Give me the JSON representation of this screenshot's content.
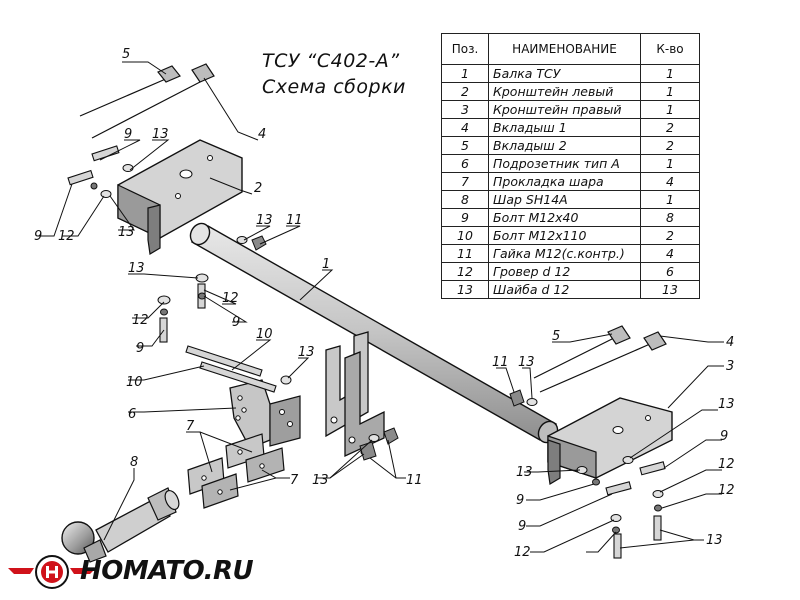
{
  "header": {
    "title": "ТСУ “С402-А”",
    "subtitle": "Схема сборки"
  },
  "table": {
    "columns": [
      "Поз.",
      "НАИМЕНОВАНИЕ",
      "К-во"
    ],
    "rows": [
      {
        "pos": "1",
        "name": "Балка ТСУ",
        "qty": "1"
      },
      {
        "pos": "2",
        "name": "Кронштейн левый",
        "qty": "1"
      },
      {
        "pos": "3",
        "name": "Кронштейн правый",
        "qty": "1"
      },
      {
        "pos": "4",
        "name": "Вкладыш 1",
        "qty": "2"
      },
      {
        "pos": "5",
        "name": "Вкладыш 2",
        "qty": "2"
      },
      {
        "pos": "6",
        "name": "Подрозетник тип А",
        "qty": "1"
      },
      {
        "pos": "7",
        "name": "Прокладка шара",
        "qty": "4"
      },
      {
        "pos": "8",
        "name": "Шар SH14A",
        "qty": "1"
      },
      {
        "pos": "9",
        "name": "Болт М12х40",
        "qty": "8"
      },
      {
        "pos": "10",
        "name": "Болт М12х110",
        "qty": "2"
      },
      {
        "pos": "11",
        "name": "Гайка М12(с.контр.)",
        "qty": "4"
      },
      {
        "pos": "12",
        "name": "Гровер d 12",
        "qty": "6"
      },
      {
        "pos": "13",
        "name": "Шайба d 12",
        "qty": "13"
      }
    ]
  },
  "callouts": [
    {
      "id": "c5a",
      "text": "5"
    },
    {
      "id": "c4a",
      "text": "4"
    },
    {
      "id": "c9a",
      "text": "9"
    },
    {
      "id": "c13a",
      "text": "13"
    },
    {
      "id": "c2",
      "text": "2"
    },
    {
      "id": "c9b",
      "text": "9"
    },
    {
      "id": "c12a",
      "text": "12"
    },
    {
      "id": "c13b",
      "text": "13"
    },
    {
      "id": "c13c",
      "text": "13"
    },
    {
      "id": "c11a",
      "text": "11"
    },
    {
      "id": "c1",
      "text": "1"
    },
    {
      "id": "c13d",
      "text": "13"
    },
    {
      "id": "c12b",
      "text": "12"
    },
    {
      "id": "c12c",
      "text": "12"
    },
    {
      "id": "c9c",
      "text": "9"
    },
    {
      "id": "c9d",
      "text": "9"
    },
    {
      "id": "c10a",
      "text": "10"
    },
    {
      "id": "c10b",
      "text": "10"
    },
    {
      "id": "c13e",
      "text": "13"
    },
    {
      "id": "c6",
      "text": "6"
    },
    {
      "id": "c7a",
      "text": "7"
    },
    {
      "id": "c7b",
      "text": "7"
    },
    {
      "id": "c8",
      "text": "8"
    },
    {
      "id": "c13f",
      "text": "13"
    },
    {
      "id": "c11b",
      "text": "11"
    },
    {
      "id": "c5b",
      "text": "5"
    },
    {
      "id": "c4b",
      "text": "4"
    },
    {
      "id": "c3",
      "text": "3"
    },
    {
      "id": "c11c",
      "text": "11"
    },
    {
      "id": "c13g",
      "text": "13"
    },
    {
      "id": "c13h",
      "text": "13"
    },
    {
      "id": "c9e",
      "text": "9"
    },
    {
      "id": "c13i",
      "text": "13"
    },
    {
      "id": "c12d",
      "text": "12"
    },
    {
      "id": "c12e",
      "text": "12"
    },
    {
      "id": "c9f",
      "text": "9"
    },
    {
      "id": "c9g",
      "text": "9"
    },
    {
      "id": "c13j",
      "text": "13"
    },
    {
      "id": "c12f",
      "text": "12"
    }
  ],
  "logo": {
    "text": "HOMATO.RU",
    "colors": {
      "red": "#d0121a",
      "dark": "#111111"
    }
  },
  "colors": {
    "line": "#111111",
    "fill_light": "#d9d9d9",
    "fill_mid": "#bdbdbd",
    "fill_dark": "#8f8f8f"
  }
}
